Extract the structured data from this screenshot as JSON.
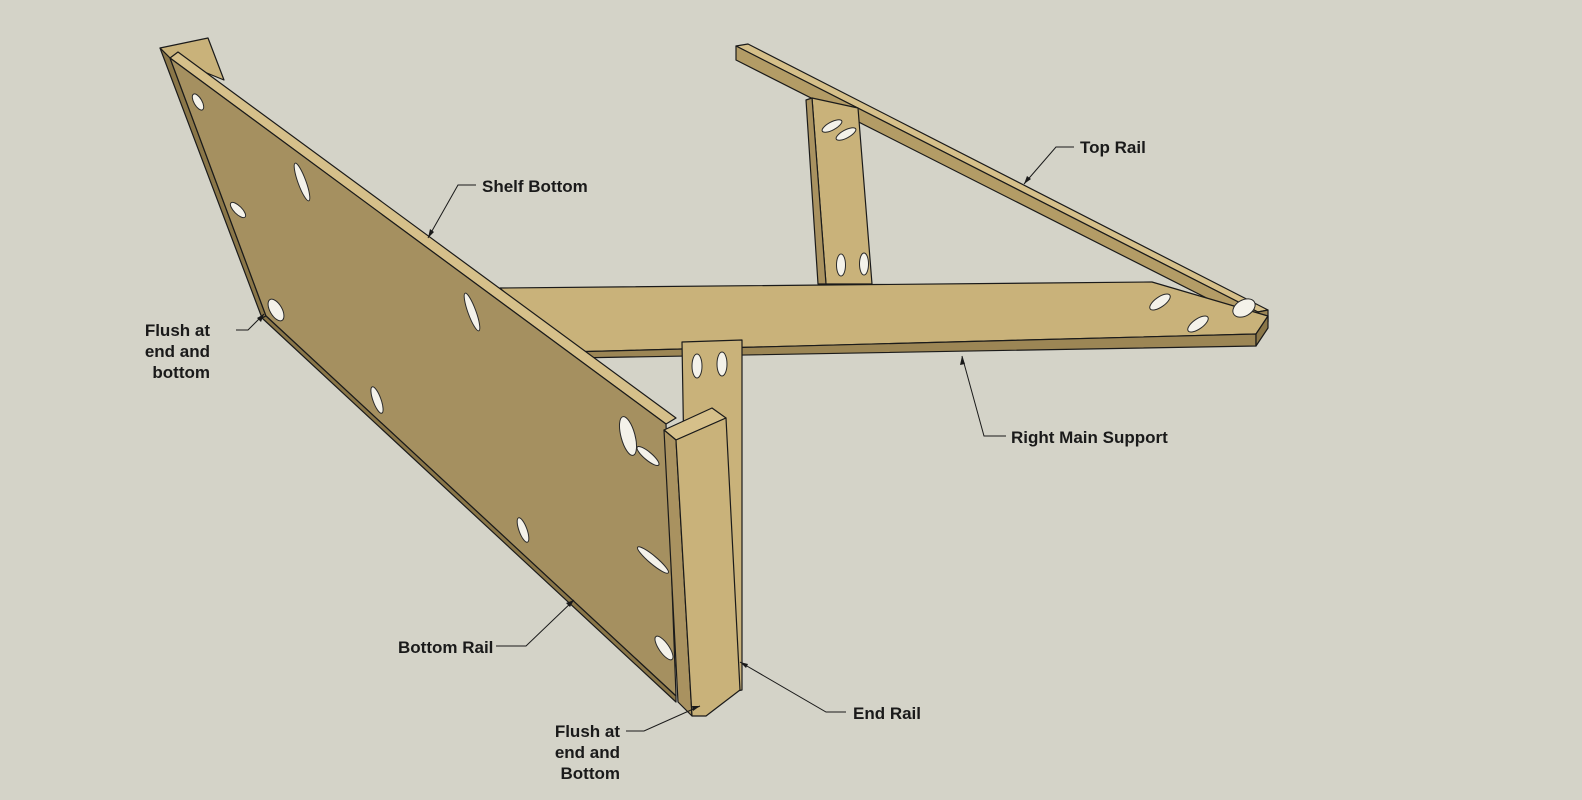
{
  "diagram": {
    "labels": {
      "top_rail": "Top Rail",
      "shelf_bottom": "Shelf Bottom",
      "right_main_support": "Right Main Support",
      "flush_end_bottom_left": "Flush at\nend and\nbottom",
      "bottom_rail": "Bottom Rail",
      "end_rail": "End Rail",
      "flush_end_bottom_lower": "Flush at\nend and\nBottom"
    },
    "colors": {
      "background": "#d4d3c8",
      "wood_light": "#c9b27a",
      "wood_top": "#d6c08a",
      "wood_face": "#a59060",
      "wood_dark": "#8a7648",
      "outline": "#1a1a1a"
    }
  }
}
